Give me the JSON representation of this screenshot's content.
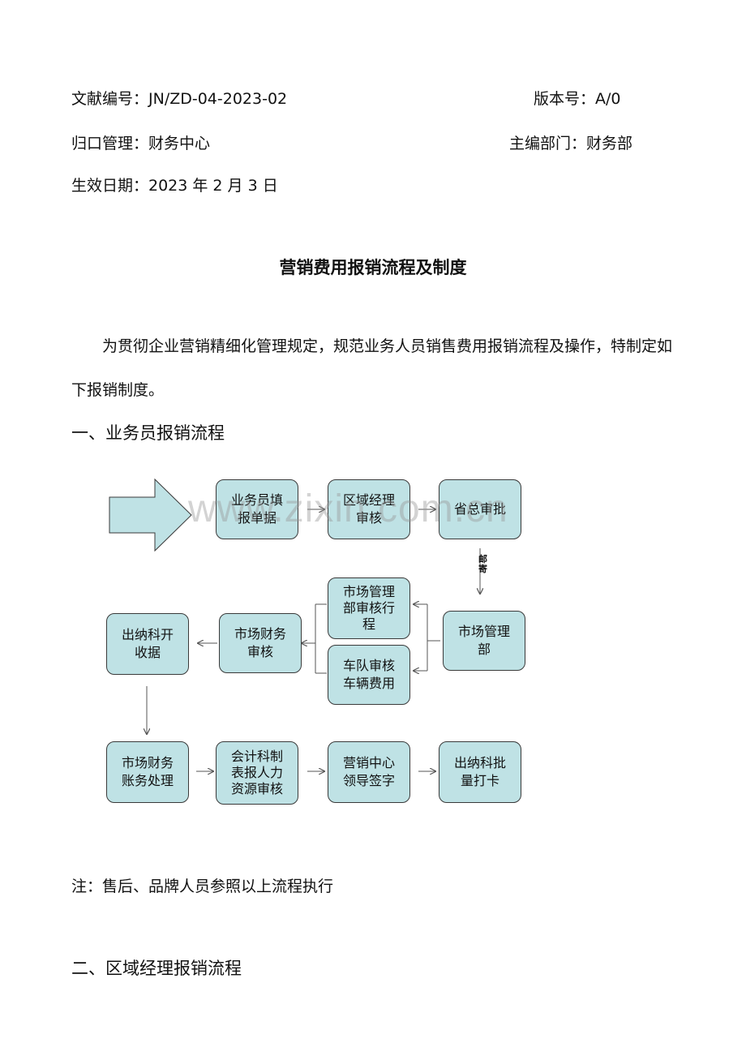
{
  "header": {
    "doc_no": "文献编号：JN/ZD-04-2023-02",
    "version": "版本号：A/0",
    "management": "归口管理：财务中心",
    "editor_dept": "主编部门：财务部",
    "effective_date": "生效日期：2023 年 2 月 3 日"
  },
  "title": "营销费用报销流程及制度",
  "intro": "为贯彻企业营销精细化管理规定，规范业务人员销售费用报销流程及操作，特制定如下报销制度。",
  "section1": {
    "heading": "一、业务员报销流程",
    "flow": {
      "fill_reimbursement": "业务员填\n报单据",
      "regional_manager_review": "区域经理\n审核",
      "provincial_director_approve": "省总审批",
      "mail_label": "邮\n寄",
      "market_management_dept": "市场管理\n部",
      "market_mgmt_itinerary_review": "市场管理\n部审核行\n程",
      "fleet_vehicle_cost_review": "车队审核\n车辆费用",
      "market_finance_review": "市场财务\n审核",
      "cashier_receipt": "出纳科开\n收据",
      "market_finance_accounting": "市场财务\n账务处理",
      "accounting_hr_review": "会计科制\n表报人力\n资源审核",
      "marketing_center_sign": "营销中心\n领导签字",
      "cashier_batch_card": "出纳科批\n量打卡"
    },
    "colors": {
      "box_fill": "#bfe2e5",
      "box_border": "#3a3a3a",
      "arrow": "#555555"
    }
  },
  "note": "注：售后、品牌人员参照以上流程执行",
  "section2": {
    "heading": "二、区域经理报销流程"
  },
  "watermark": "www.zixin.com.cn"
}
